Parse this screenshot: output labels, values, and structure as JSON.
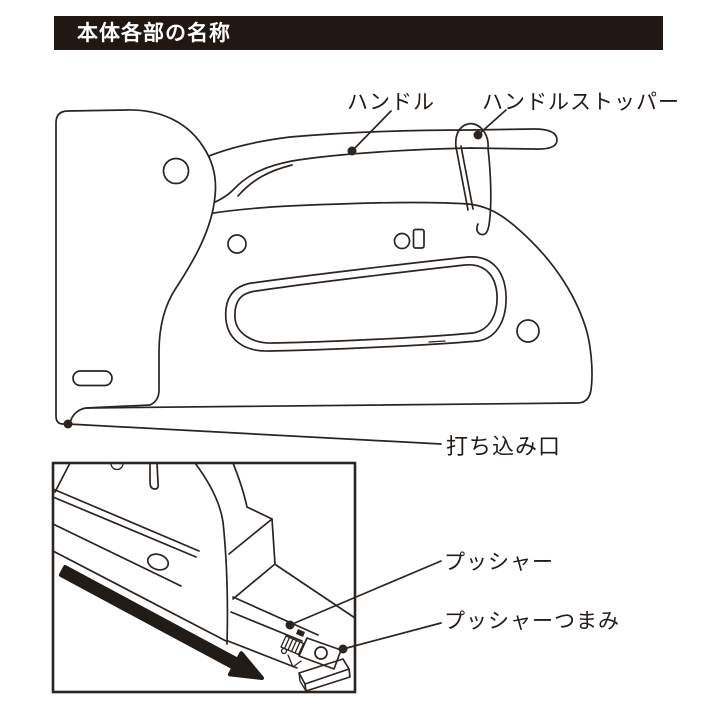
{
  "header": {
    "title": "本体各部の名称"
  },
  "diagram": {
    "labels": {
      "handle": "ハンドル",
      "handle_stopper": "ハンドルストッパー",
      "driving_port": "打ち込み口",
      "pusher": "プッシャー",
      "pusher_knob": "プッシャーつまみ"
    }
  },
  "colors": {
    "line": "#2b2420",
    "header_bg": "#211813",
    "header_text": "#ffffff",
    "arrow": "#211c18",
    "background": "#ffffff"
  }
}
